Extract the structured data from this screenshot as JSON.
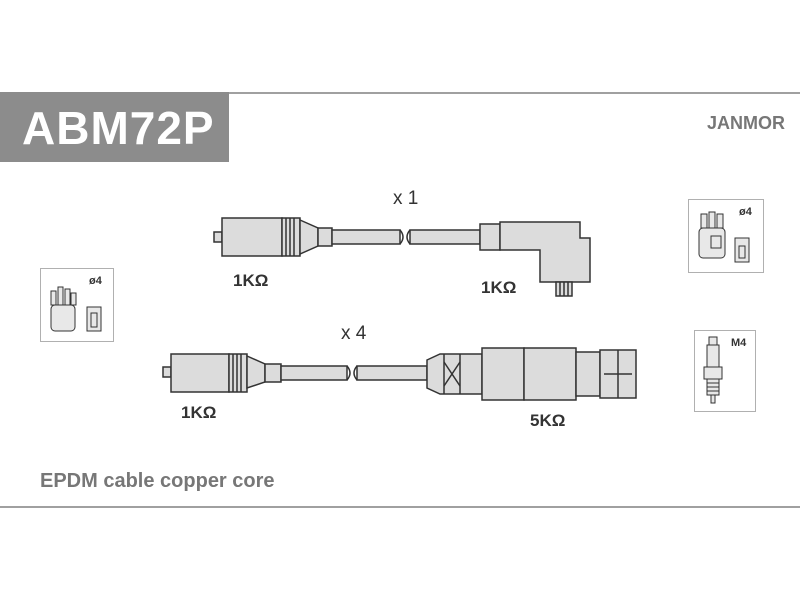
{
  "header": {
    "part_number": "ABM72P",
    "brand": "JANMOR"
  },
  "lead_set_1": {
    "quantity": "x 1",
    "left_resistance": "1KΩ",
    "right_resistance": "1KΩ"
  },
  "lead_set_2": {
    "quantity": "x 4",
    "left_resistance": "1KΩ",
    "right_resistance": "5KΩ"
  },
  "icons": {
    "distributor_top": {
      "label": "ø4"
    },
    "distributor_left": {
      "label": "ø4"
    },
    "spark_plug": {
      "label": "M4"
    }
  },
  "footer": {
    "description": "EPDM cable copper core"
  }
}
